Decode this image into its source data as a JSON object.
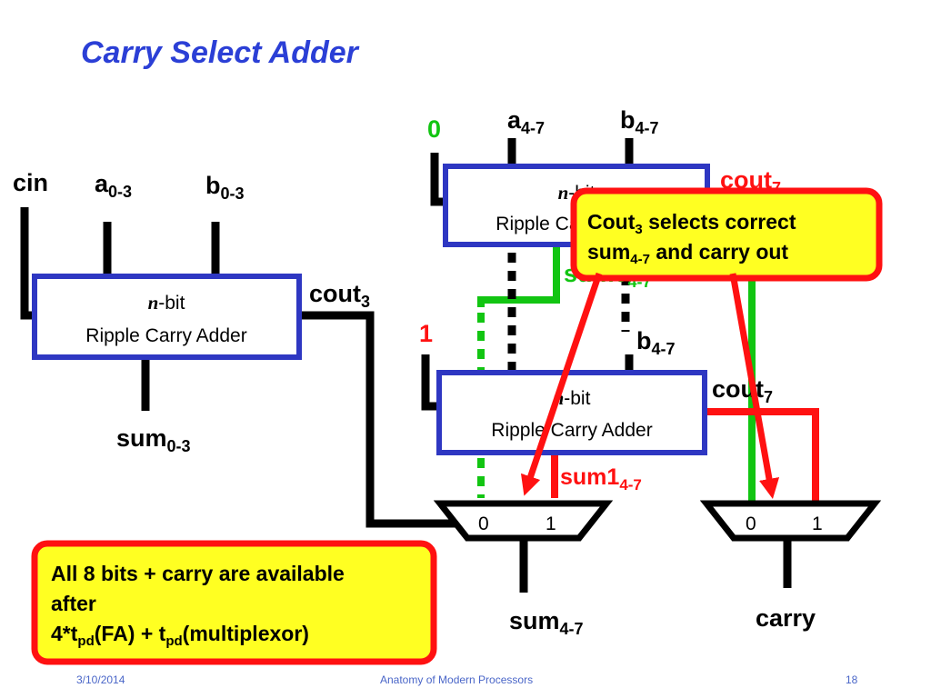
{
  "slide": {
    "title": "Carry Select Adder",
    "footer": {
      "date": "3/10/2014",
      "course": "Anatomy of Modern Processors",
      "page": "18"
    }
  },
  "colors": {
    "title": "#2b3fd6",
    "box_border": "#2e37c2",
    "wire": "#000000",
    "carry_zero_path": "#12c512",
    "carry_one_path": "#ff1111",
    "callout_fill": "#ffff22",
    "callout_border": "#ff1111",
    "footer": "#4a66c8"
  },
  "diagram": {
    "labels": {
      "cin": "cin",
      "a_low": {
        "base": "a",
        "sub": "0-3"
      },
      "b_low": {
        "base": "b",
        "sub": "0-3"
      },
      "a_high": {
        "base": "a",
        "sub": "4-7"
      },
      "b_high_top": {
        "base": "b",
        "sub": "4-7"
      },
      "b_high_bottom": {
        "base": "b",
        "sub": "4-7"
      },
      "cout_low": {
        "base": "cout",
        "sub": "3"
      },
      "cout_top": {
        "base": "cout",
        "sub": "7"
      },
      "cout_bottom": {
        "base": "cout",
        "sub": "7"
      },
      "sum_low": {
        "base": "sum",
        "sub": "0-3"
      },
      "sum_zero": {
        "base": "sum0",
        "sub": "4-7"
      },
      "sum_one": {
        "base": "sum1",
        "sub": "4-7"
      },
      "sum_high": {
        "base": "sum",
        "sub": "4-7"
      },
      "carry": "carry",
      "const_zero": "0",
      "const_one": "1"
    },
    "adders": {
      "low": {
        "line1_italic": "n",
        "line1_rest": "-bit",
        "line2": "Ripple Carry Adder"
      },
      "top": {
        "line1_italic": "n",
        "line1_rest": "-bit",
        "line2": "Ripple Carry Adder"
      },
      "bottom": {
        "line1_italic": "n",
        "line1_rest": "-bit",
        "line2": "Ripple Carry Adder"
      }
    },
    "muxes": {
      "sum": {
        "in0": "0",
        "in1": "1"
      },
      "carry": {
        "in0": "0",
        "in1": "1"
      }
    }
  },
  "callouts": {
    "select": {
      "line1": {
        "pre": "Cout",
        "sub": "3",
        "post": " selects correct"
      },
      "line2": {
        "pre": "sum",
        "sub": "4-7",
        "post": " and carry out"
      }
    },
    "timing": {
      "line1": "All 8 bits + carry are available",
      "line2": "after",
      "line3": {
        "t1": "4*t",
        "s1": "pd",
        "m": "(FA) + t",
        "s2": "pd",
        "e": "(multiplexor)"
      }
    }
  }
}
